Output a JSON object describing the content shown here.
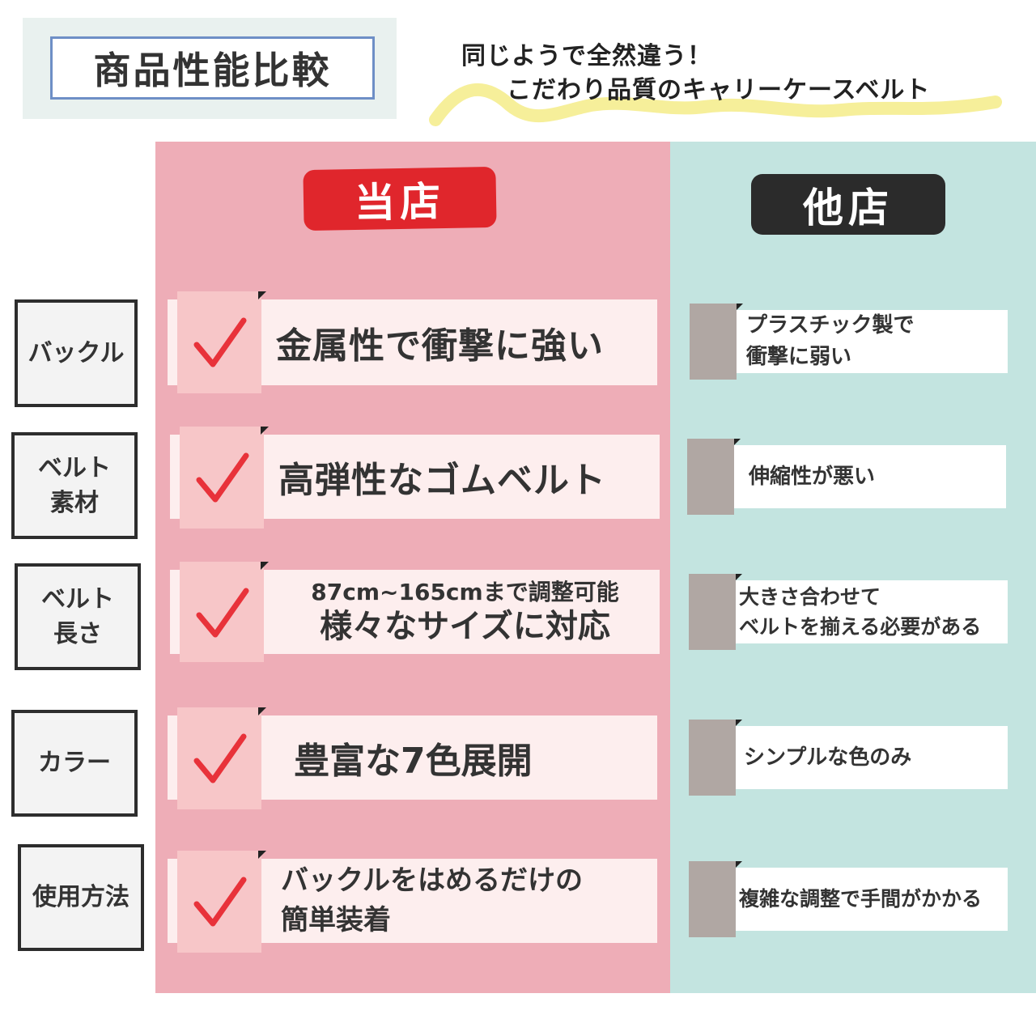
{
  "title": "商品性能比較",
  "tagline": {
    "line1": "同じようで全然違う！",
    "line2": "こだわり品質のキャリーケースベルト"
  },
  "columns": {
    "ours": "当店",
    "others": "他店"
  },
  "rows": [
    {
      "label_lines": [
        "バックル"
      ],
      "ours_lines": [
        "金属性で衝撃に強い"
      ],
      "others_lines": [
        "プラスチック製で",
        "衝撃に弱い"
      ]
    },
    {
      "label_lines": [
        "ベルト",
        "素材"
      ],
      "ours_lines": [
        "高弾性なゴムベルト"
      ],
      "others_lines": [
        "伸縮性が悪い"
      ]
    },
    {
      "label_lines": [
        "ベルト",
        "長さ"
      ],
      "ours_lines": [
        "87cm~165cmまで調整可能",
        "様々なサイズに対応"
      ],
      "others_lines": [
        "大きさ合わせて",
        "ベルトを揃える必要がある"
      ]
    },
    {
      "label_lines": [
        "カラー"
      ],
      "ours_lines": [
        "豊富な7色展開"
      ],
      "others_lines": [
        "シンプルな色のみ"
      ]
    },
    {
      "label_lines": [
        "使用方法"
      ],
      "ours_lines": [
        "バックルをはめるだけの",
        "簡単装着"
      ],
      "others_lines": [
        "複雑な調整で手間がかかる"
      ]
    }
  ],
  "colors": {
    "ours_column": "#eeadb7",
    "others_column": "#c3e4e0",
    "ours_pill": "#e0262c",
    "others_pill": "#2b2b2b",
    "check": "#e8323a"
  },
  "icons": {
    "check": "check-mark-icon"
  }
}
